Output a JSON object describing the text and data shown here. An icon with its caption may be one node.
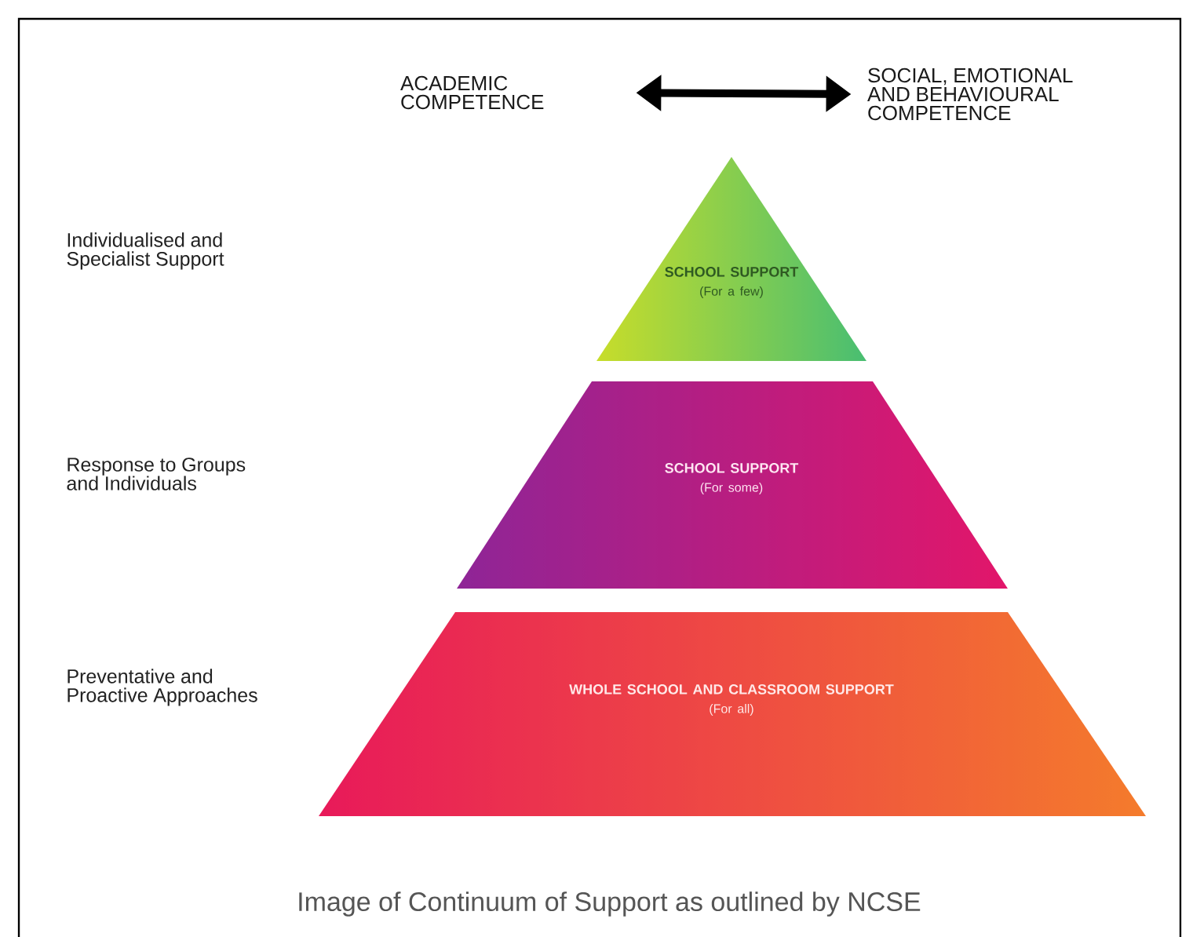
{
  "diagram": {
    "caption": "Image of Continuum of Support as outlined by NCSE",
    "nodes": [
      {
        "text": [
          "ACADEMIC COMPETENCE"
        ]
      },
      {
        "text": [
          "SOCIAL, EMOTIONAL AND BEHAVIOURAL COMPETENCE"
        ]
      },
      {
        "text": [
          "SCHOOL SUPPORT",
          "(For a few)"
        ]
      },
      {
        "text": [
          "SCHOOL SUPPORT",
          "(For some)"
        ]
      },
      {
        "text": [
          "WHOLE SCHOOL AND CLASSROOM SUPPORT",
          "(For all)"
        ]
      }
    ],
    "edges": [
      {
        "from": 0,
        "to": 1,
        "arrow": "both"
      }
    ],
    "labels": [
      "Individualised and Specialist Support",
      "Response to Groups and Individuals",
      "Preventative and Proactive Approaches"
    ]
  }
}
